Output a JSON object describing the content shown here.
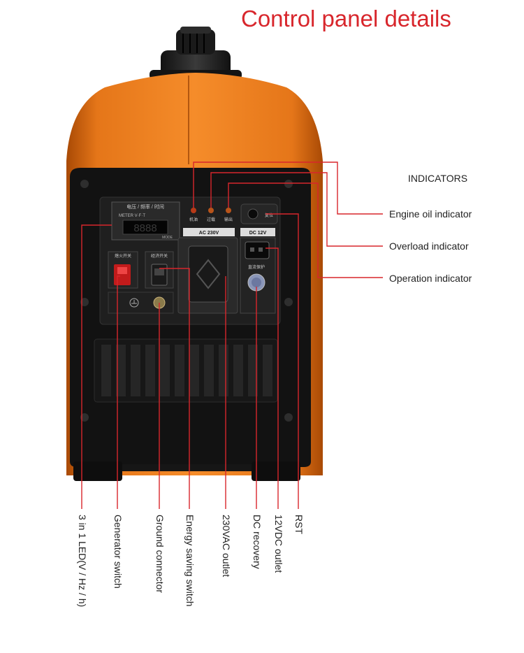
{
  "title": "Control panel details",
  "indicators_heading": "INDICATORS",
  "right_labels": [
    "Engine oil indicator",
    "Overload indicator",
    "Operation indicator"
  ],
  "bottom_labels": [
    "3 in 1 LED(V / Hz / h)",
    "Generator switch",
    "Ground connector",
    "Energy saving switch",
    "230VAC outlet",
    "DC recovery",
    "12VDC outlet",
    "RST"
  ],
  "panel": {
    "meter_header": "电压 / 频率 / 时间",
    "meter_brand": "METER V·F·T",
    "display": "8888",
    "mode_label": "MODE",
    "switch1_label": "熄火开关",
    "switch2_label": "经济开关",
    "ac_label": "AC 230V",
    "dc_label": "DC 12V",
    "reset_label": "复位",
    "dc_recovery_label": "直流保护",
    "indicator_labels": [
      "机油",
      "过载",
      "输出"
    ]
  },
  "colors": {
    "body": "#ee7d1d",
    "panel": "#1b1b1b",
    "leader": "#d8262c",
    "title": "#d8262c"
  }
}
